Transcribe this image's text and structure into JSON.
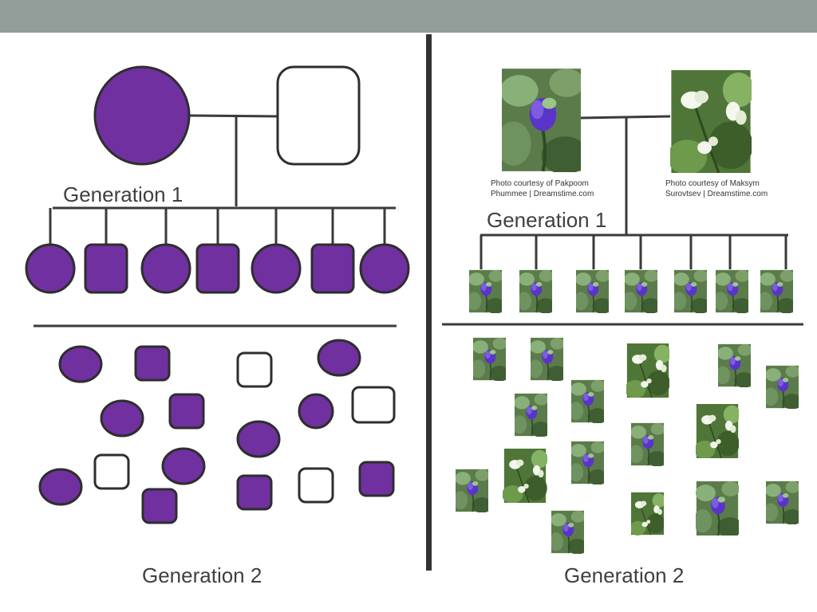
{
  "colors": {
    "top_bar": "#939e9a",
    "purple": "#7030a0",
    "outline": "#2e2e2e",
    "line": "#3a3a3a",
    "divider": "#333333",
    "white": "#ffffff"
  },
  "icons": {
    "purple_flower_photo": "purple-pea-flower-photo-icon",
    "white_flower_photo": "white-pea-flower-photo-icon"
  },
  "left_panel": {
    "parents": {
      "parent_1": {
        "shape": "circle",
        "fill": "purple"
      },
      "parent_2": {
        "shape": "square",
        "fill": "white"
      }
    },
    "generation_1_label": "Generation 1",
    "generation_1_children": [
      {
        "shape": "circle",
        "fill": "purple"
      },
      {
        "shape": "square",
        "fill": "purple"
      },
      {
        "shape": "circle",
        "fill": "purple"
      },
      {
        "shape": "square",
        "fill": "purple"
      },
      {
        "shape": "circle",
        "fill": "purple"
      },
      {
        "shape": "square",
        "fill": "purple"
      },
      {
        "shape": "circle",
        "fill": "purple"
      }
    ],
    "generation_2_label": "Generation 2",
    "generation_2_offspring": [
      {
        "shape": "circle",
        "fill": "purple"
      },
      {
        "shape": "square",
        "fill": "purple"
      },
      {
        "shape": "square",
        "fill": "white"
      },
      {
        "shape": "circle",
        "fill": "purple"
      },
      {
        "shape": "circle",
        "fill": "purple"
      },
      {
        "shape": "square",
        "fill": "purple"
      },
      {
        "shape": "circle",
        "fill": "purple"
      },
      {
        "shape": "square",
        "fill": "white"
      },
      {
        "shape": "circle",
        "fill": "purple"
      },
      {
        "shape": "circle",
        "fill": "purple"
      },
      {
        "shape": "square",
        "fill": "white"
      },
      {
        "shape": "circle",
        "fill": "purple"
      },
      {
        "shape": "square",
        "fill": "purple"
      },
      {
        "shape": "square",
        "fill": "purple"
      },
      {
        "shape": "square",
        "fill": "white"
      },
      {
        "shape": "square",
        "fill": "purple"
      }
    ]
  },
  "right_panel": {
    "parents": {
      "parent_1": {
        "flower": "purple",
        "credit": [
          "Photo courtesy of Pakpoom",
          "Phummee | Dreamstime.com"
        ]
      },
      "parent_2": {
        "flower": "white",
        "credit": [
          "Photo courtesy of Maksym",
          "Surovtsev | Dreamstime.com"
        ]
      }
    },
    "generation_1_label": "Generation 1",
    "generation_1_children": [
      "purple",
      "purple",
      "purple",
      "purple",
      "purple",
      "purple",
      "purple"
    ],
    "generation_2_label": "Generation 2",
    "generation_2_offspring": [
      "purple",
      "purple",
      "white",
      "purple",
      "purple",
      "purple",
      "purple",
      "white",
      "purple",
      "white",
      "purple",
      "purple",
      "white",
      "purple",
      "purple",
      "purple"
    ]
  }
}
